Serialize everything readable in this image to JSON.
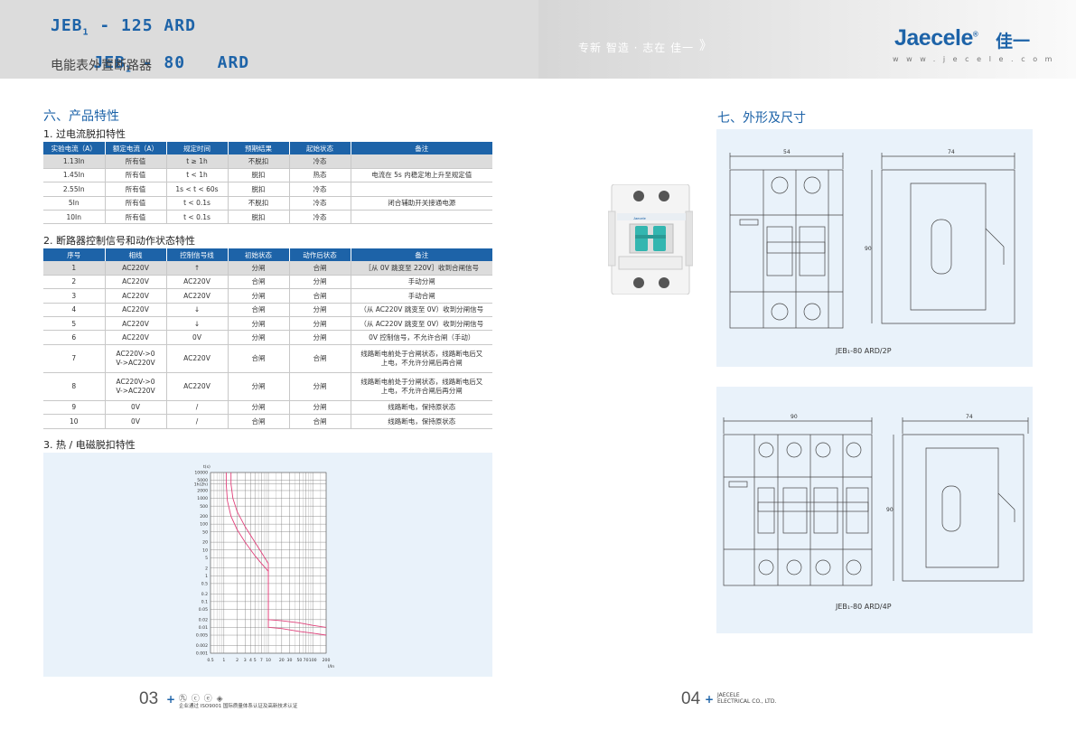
{
  "header": {
    "model_line1_pre": "JEB",
    "model_line1_sub": "1",
    "model_line1_post": " - 125 ARD",
    "model_line2_pre": "JEB",
    "model_line2_sub": "1",
    "model_line2_post": " - 80   ARD",
    "subtitle": "电能表外置断路器",
    "slogan": "专新 智造 · 志在 佳一",
    "slogan_arrow": "》",
    "logo": "Jaecele",
    "logo_reg": "®",
    "logo_cn": "佳一",
    "website": "www.jecele.com"
  },
  "section6": {
    "title": "六、产品特性",
    "sub1": "1. 过电流脱扣特性",
    "sub2": "2. 断路器控制信号和动作状态特性",
    "sub3": "3. 热 / 电磁脱扣特性"
  },
  "table1": {
    "headers": [
      "实验电流（A）",
      "额定电流（A）",
      "规定时间",
      "预期结果",
      "起始状态",
      "备注"
    ],
    "rows": [
      [
        "1.13In",
        "所有值",
        "t ≥ 1h",
        "不脱扣",
        "冷态",
        ""
      ],
      [
        "1.45In",
        "所有值",
        "t < 1h",
        "脱扣",
        "热态",
        "电流在 5s 内稳定地上升至规定值"
      ],
      [
        "2.55In",
        "所有值",
        "1s < t < 60s",
        "脱扣",
        "冷态",
        ""
      ],
      [
        "5In",
        "所有值",
        "t < 0.1s",
        "不脱扣",
        "冷态",
        "闭合辅助开关接通电源"
      ],
      [
        "10In",
        "所有值",
        "t < 0.1s",
        "脱扣",
        "冷态",
        ""
      ]
    ]
  },
  "table2": {
    "headers": [
      "序号",
      "相线",
      "控制信号线",
      "初始状态",
      "动作后状态",
      "备注"
    ],
    "rows": [
      [
        "1",
        "AC220V",
        "↑",
        "分闸",
        "合闸",
        "［从 0V 跳变至 220V］收到合闸信号"
      ],
      [
        "2",
        "AC220V",
        "AC220V",
        "合闸",
        "分闸",
        "手动分闸"
      ],
      [
        "3",
        "AC220V",
        "AC220V",
        "分闸",
        "合闸",
        "手动合闸"
      ],
      [
        "4",
        "AC220V",
        "↓",
        "合闸",
        "分闸",
        "（从 AC220V 跳变至 0V）收到分闸信号"
      ],
      [
        "5",
        "AC220V",
        "↓",
        "分闸",
        "分闸",
        "（从 AC220V 跳变至 0V）收到分闸信号"
      ],
      [
        "6",
        "AC220V",
        "0V",
        "分闸",
        "分闸",
        "0V 控制信号，不允许合闸（手动）"
      ],
      [
        "7",
        "AC220V->0\nV->AC220V",
        "AC220V",
        "合闸",
        "合闸",
        "线路断电前处于合闸状态，线路断电后又\n上电，不允许分闸后再合闸"
      ],
      [
        "8",
        "AC220V->0\nV->AC220V",
        "AC220V",
        "分闸",
        "分闸",
        "线路断电前处于分闸状态，线路断电后又\n上电，不允许合闸后再分闸"
      ],
      [
        "9",
        "0V",
        "/",
        "分闸",
        "分闸",
        "线路断电，保持原状态"
      ],
      [
        "10",
        "0V",
        "/",
        "合闸",
        "合闸",
        "线路断电，保持原状态"
      ]
    ]
  },
  "chart_data": {
    "type": "line",
    "ylabel": "t(s)",
    "xlabel": "I/In",
    "y_ticks": [
      "10000",
      "5000",
      "1h(2h)",
      "2000",
      "1000",
      "500",
      "200",
      "100",
      "50",
      "20",
      "10",
      "5",
      "2",
      "1",
      "0.5",
      "0.2",
      "0.1",
      "0.05",
      "0.02",
      "0.01",
      "0.005",
      "0.002",
      "0.001"
    ],
    "x_ticks": [
      "0.5",
      "1",
      "2",
      "3",
      "4",
      "5",
      "7",
      "10",
      "20",
      "30",
      "50",
      "70",
      "100",
      "200"
    ],
    "curve_color": "#e0407a",
    "series": [
      {
        "x": [
          1.13,
          1.13,
          1.2,
          1.45,
          2,
          3,
          5,
          7,
          10,
          10,
          10,
          20,
          50,
          100,
          200
        ],
        "y": [
          10000,
          3600,
          800,
          200,
          60,
          20,
          6,
          3,
          1.5,
          0.5,
          0.02,
          0.018,
          0.015,
          0.012,
          0.01
        ]
      },
      {
        "x": [
          1.45,
          1.45,
          1.6,
          2,
          3,
          5,
          7,
          10,
          10,
          20,
          50,
          100,
          200
        ],
        "y": [
          10000,
          3600,
          1000,
          300,
          80,
          20,
          8,
          3,
          0.01,
          0.009,
          0.007,
          0.006,
          0.005
        ]
      }
    ]
  },
  "section7": {
    "title": "七、外形及尺寸",
    "drawing1": {
      "width_label": "54",
      "depth_label": "74",
      "height_label": "90",
      "caption": "JEB₁-80  ARD/2P"
    },
    "drawing2": {
      "width_label": "90",
      "depth_label": "74",
      "height_label": "90",
      "caption": "JEB₁-80  ARD/4P"
    },
    "product_brand": "Jaecele"
  },
  "footer": {
    "page_left": "03",
    "page_right": "04",
    "plus": "+",
    "cert_text": "企业通过 ISO9001 国际质量体系认证及高新技术认证",
    "cert_icons": "㊈ ⓒ ⓔ ◈",
    "company_line1": "JAECELE",
    "company_line2": "ELECTRICAL  CO., LTD."
  },
  "colors": {
    "accent": "#1d63a8",
    "header_bg": "#dcdcdc",
    "panel_bg": "#e9f2fa",
    "curve": "#e0407a"
  }
}
